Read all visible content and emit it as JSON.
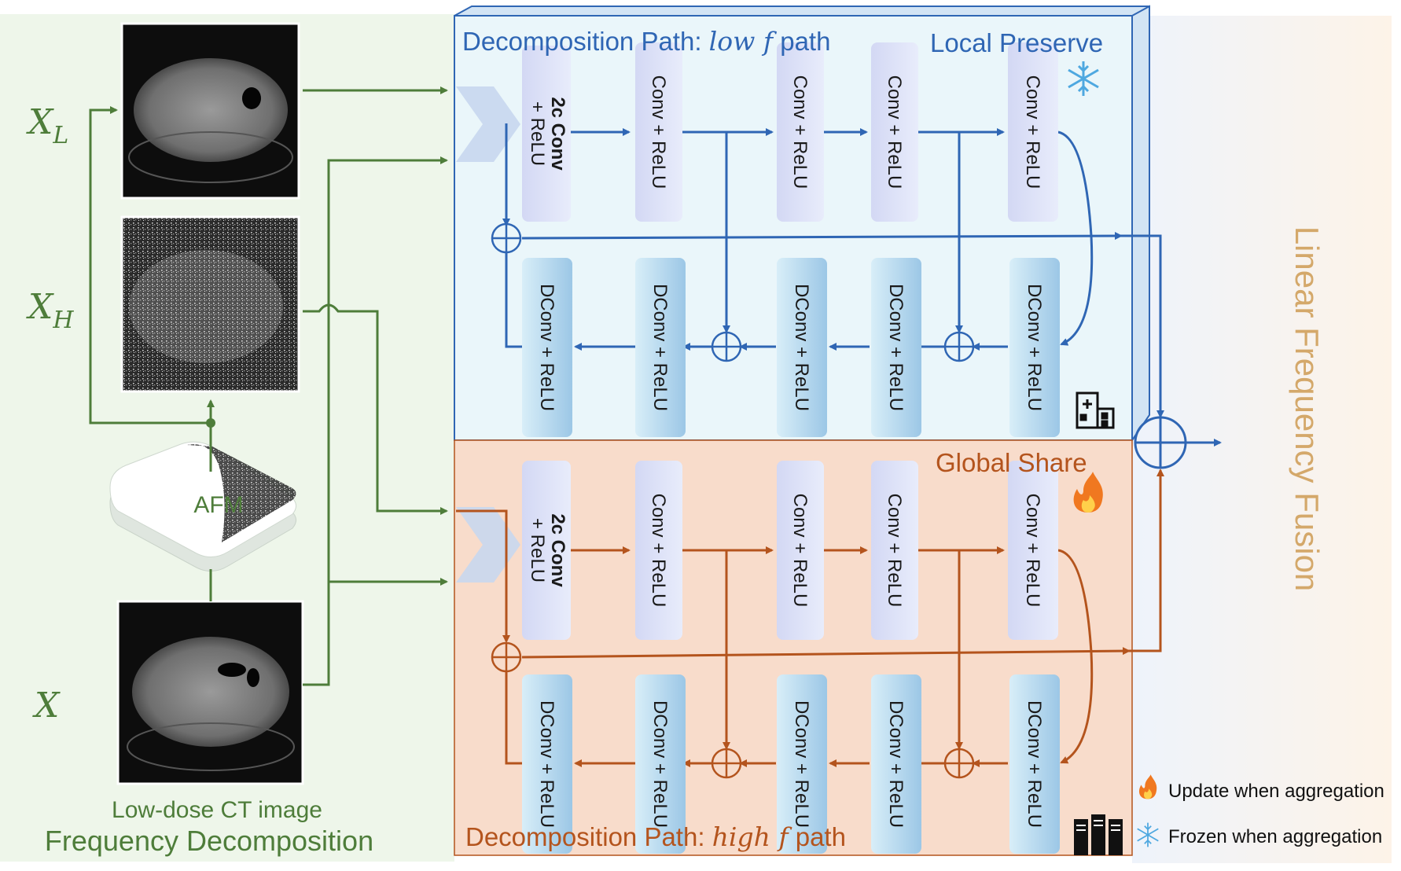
{
  "labels": {
    "xl_main": "X",
    "xl_sub": "L",
    "xh_main": "X",
    "xh_sub": "H",
    "x_main": "X",
    "afm": "AFM",
    "ct_caption": "Low-dose CT image",
    "freq_decomp": "Frequency Decomposition",
    "low_path_prefix": "Decomposition Path: ",
    "low_path_italic": "low f",
    "low_path_suffix": " path",
    "high_path_prefix": "Decomposition Path: ",
    "high_path_italic": "high f",
    "high_path_suffix": " path",
    "local_preserve": "Local Preserve",
    "global_share": "Global Share",
    "linear_fusion": "Linear Frequency Fusion",
    "legend_update": "Update when aggregation",
    "legend_frozen": "Frozen when aggregation"
  },
  "blocks": {
    "first_conv_bold": "2c Conv",
    "first_conv_rest": "+ ReLU",
    "conv": "Conv + ReLU",
    "dconv": "DConv + ReLU"
  },
  "colors": {
    "green": "#4e7d3a",
    "blue": "#2f66b4",
    "orange": "#b4541d",
    "gold": "#d4a86a",
    "blue_panel": "#eaf6fa",
    "orange_panel": "#f8dccb",
    "green_panel": "#eef6ea"
  },
  "icons": [
    "snowflake-icon",
    "fire-icon",
    "hospital-icon",
    "server-icon"
  ]
}
